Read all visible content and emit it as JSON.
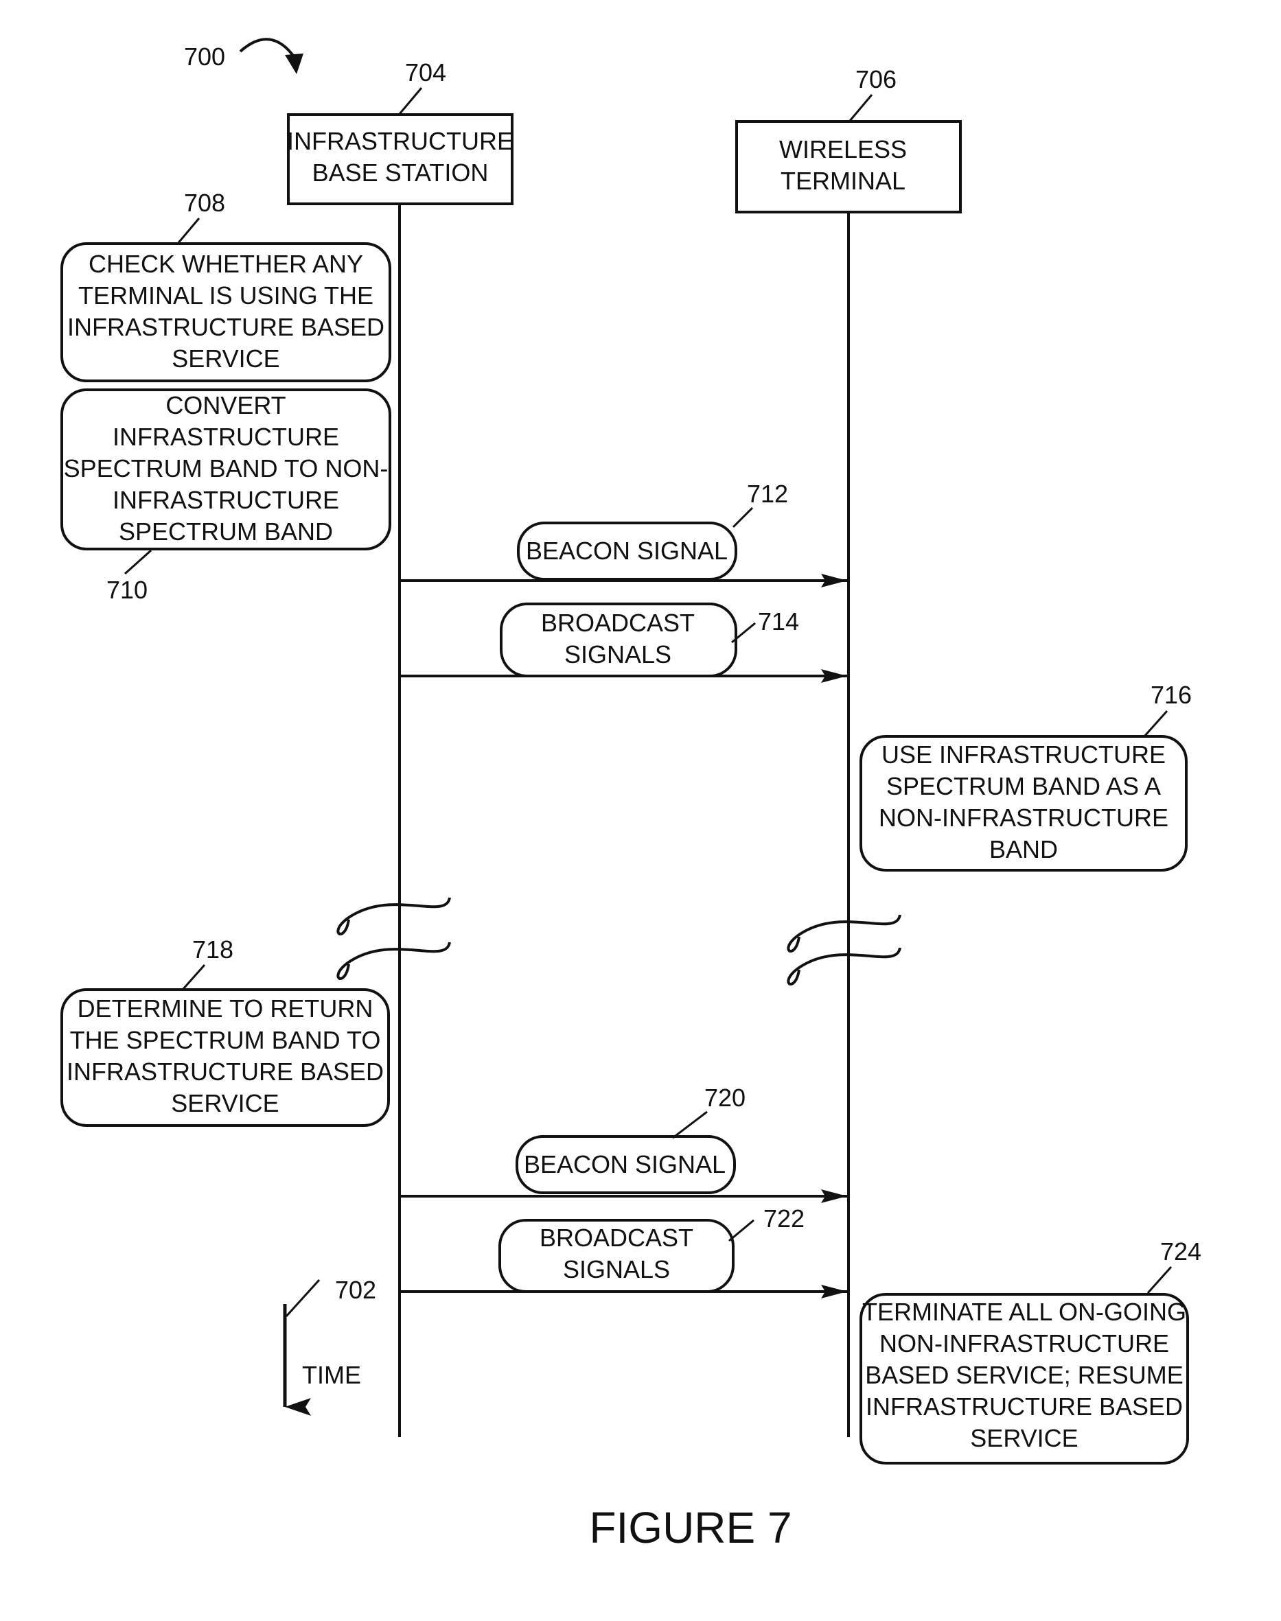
{
  "figure": {
    "ref": "700",
    "caption": "FIGURE 7"
  },
  "entities": [
    {
      "id": "base_station",
      "ref": "704",
      "lines": [
        "INFRASTRUCTURE",
        "BASE STATION"
      ]
    },
    {
      "id": "wireless_terminal",
      "ref": "706",
      "lines": [
        "WIRELESS",
        "TERMINAL"
      ]
    }
  ],
  "actions": [
    {
      "id": "check",
      "ref": "708",
      "lines": [
        "CHECK WHETHER ANY",
        "TERMINAL IS USING THE",
        "INFRASTRUCTURE BASED",
        "SERVICE"
      ]
    },
    {
      "id": "convert",
      "ref": "710",
      "lines": [
        "CONVERT",
        "INFRASTRUCTURE",
        "SPECTRUM BAND TO NON-",
        "INFRASTRUCTURE",
        "SPECTRUM BAND"
      ]
    },
    {
      "id": "use_band",
      "ref": "716",
      "lines": [
        "USE INFRASTRUCTURE",
        "SPECTRUM BAND AS A",
        "NON-INFRASTRUCTURE",
        "BAND"
      ]
    },
    {
      "id": "determine_return",
      "ref": "718",
      "lines": [
        "DETERMINE TO RETURN",
        "THE SPECTRUM BAND TO",
        "INFRASTRUCTURE BASED",
        "SERVICE"
      ]
    },
    {
      "id": "terminate",
      "ref": "724",
      "lines": [
        "TERMINATE ALL ON-GOING",
        "NON-INFRASTRUCTURE",
        "BASED SERVICE; RESUME",
        "INFRASTRUCTURE BASED",
        "SERVICE"
      ]
    }
  ],
  "messages": [
    {
      "id": "beacon_1",
      "ref": "712",
      "lines": [
        "BEACON SIGNAL"
      ]
    },
    {
      "id": "broadcast_1",
      "ref": "714",
      "lines": [
        "BROADCAST",
        "SIGNALS"
      ]
    },
    {
      "id": "beacon_2",
      "ref": "720",
      "lines": [
        "BEACON SIGNAL"
      ]
    },
    {
      "id": "broadcast_2",
      "ref": "722",
      "lines": [
        "BROADCAST",
        "SIGNALS"
      ]
    }
  ],
  "time_axis": {
    "ref": "702",
    "label": "TIME"
  }
}
